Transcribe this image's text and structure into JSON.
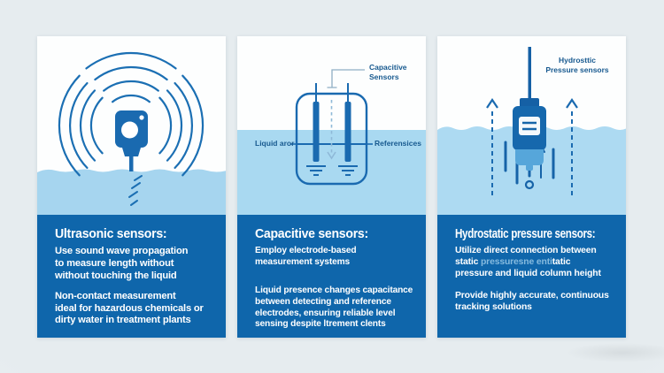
{
  "colors": {
    "page_bg": "#e8eef1",
    "panel_text_bg": "#0f66ab",
    "water": "#a7d6ef",
    "ink": "#1a6ab0",
    "faded_text": "#86bbdf"
  },
  "panels": [
    {
      "id": "ultrasonic",
      "title": "Ultrasonic sensors:",
      "para1": "Use sound wave propagation\nto measure length without\nwithout touching the liquid",
      "para2": "Non-contact measurement\nideal for hazardous chemicals or\ndirty water in treatment plants"
    },
    {
      "id": "capacitive",
      "title": "Capacitive sensors:",
      "labels": {
        "callout": "Capacitive\nSensors",
        "left": "Liquid aror",
        "right": "Referensices"
      },
      "para1": "Employ electrode-based\nmeasurement systems",
      "para2": "Liquid presence changes capacitance\nbetween detecting and reference\nelectrodes, ensuring reliable level\nsensing despite ltrement clents"
    },
    {
      "id": "hydrostatic",
      "title": "Hydrostatic pressure sensors:",
      "labels": {
        "callout": "Hydrosttic\nPressure sensors"
      },
      "para1_before": "Utilize direct connection between\nstatic ",
      "para1_faded": "pressuresne enti",
      "para1_after": "tatic\npressure and liquid column height",
      "para2": "Provide highly accurate, continuous\ntracking solutions"
    }
  ]
}
